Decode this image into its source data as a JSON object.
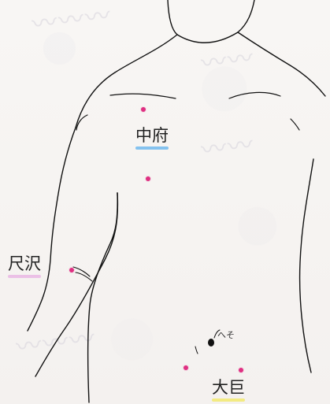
{
  "labels": {
    "chufu": "中府",
    "shakutaku": "尺沢",
    "daiko": "大巨",
    "navel": "へそ"
  },
  "colors": {
    "line": "#111111",
    "point": "#df2f82",
    "underline_blue": "#70b8ef",
    "underline_pink": "#e9b7e4",
    "underline_yellow": "#f2ea6f"
  }
}
